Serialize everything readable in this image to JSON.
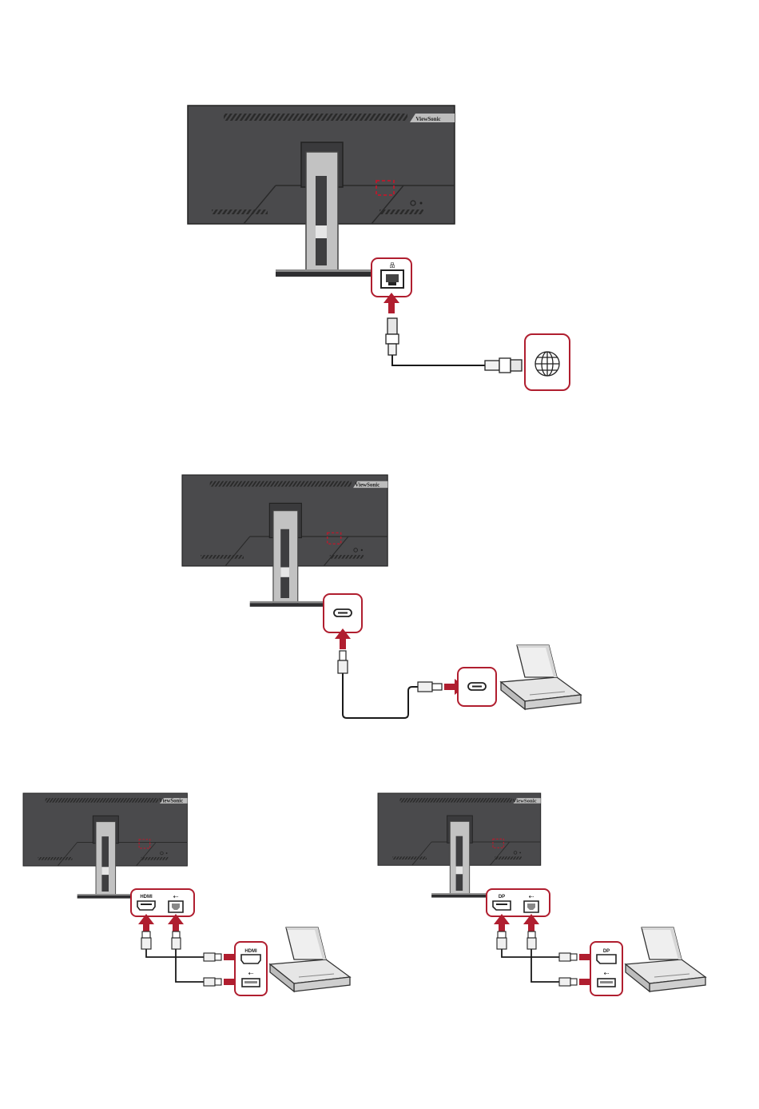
{
  "brand": "ViewSonic",
  "colors": {
    "monitor_body": "#4a4a4c",
    "monitor_dark": "#2e2e30",
    "stand": "#bdbdbd",
    "accent_red": "#b01e2f",
    "cable": "#1a1a1a"
  },
  "ports": {
    "hdmi": "HDMI",
    "dp": "DP"
  },
  "icons": [
    "ethernet-port-icon",
    "globe-icon",
    "usb-c-port-icon",
    "laptop-icon",
    "hdmi-port-icon",
    "usb-b-port-icon",
    "usb-a-port-icon",
    "displayport-icon",
    "usb-symbol-icon"
  ]
}
